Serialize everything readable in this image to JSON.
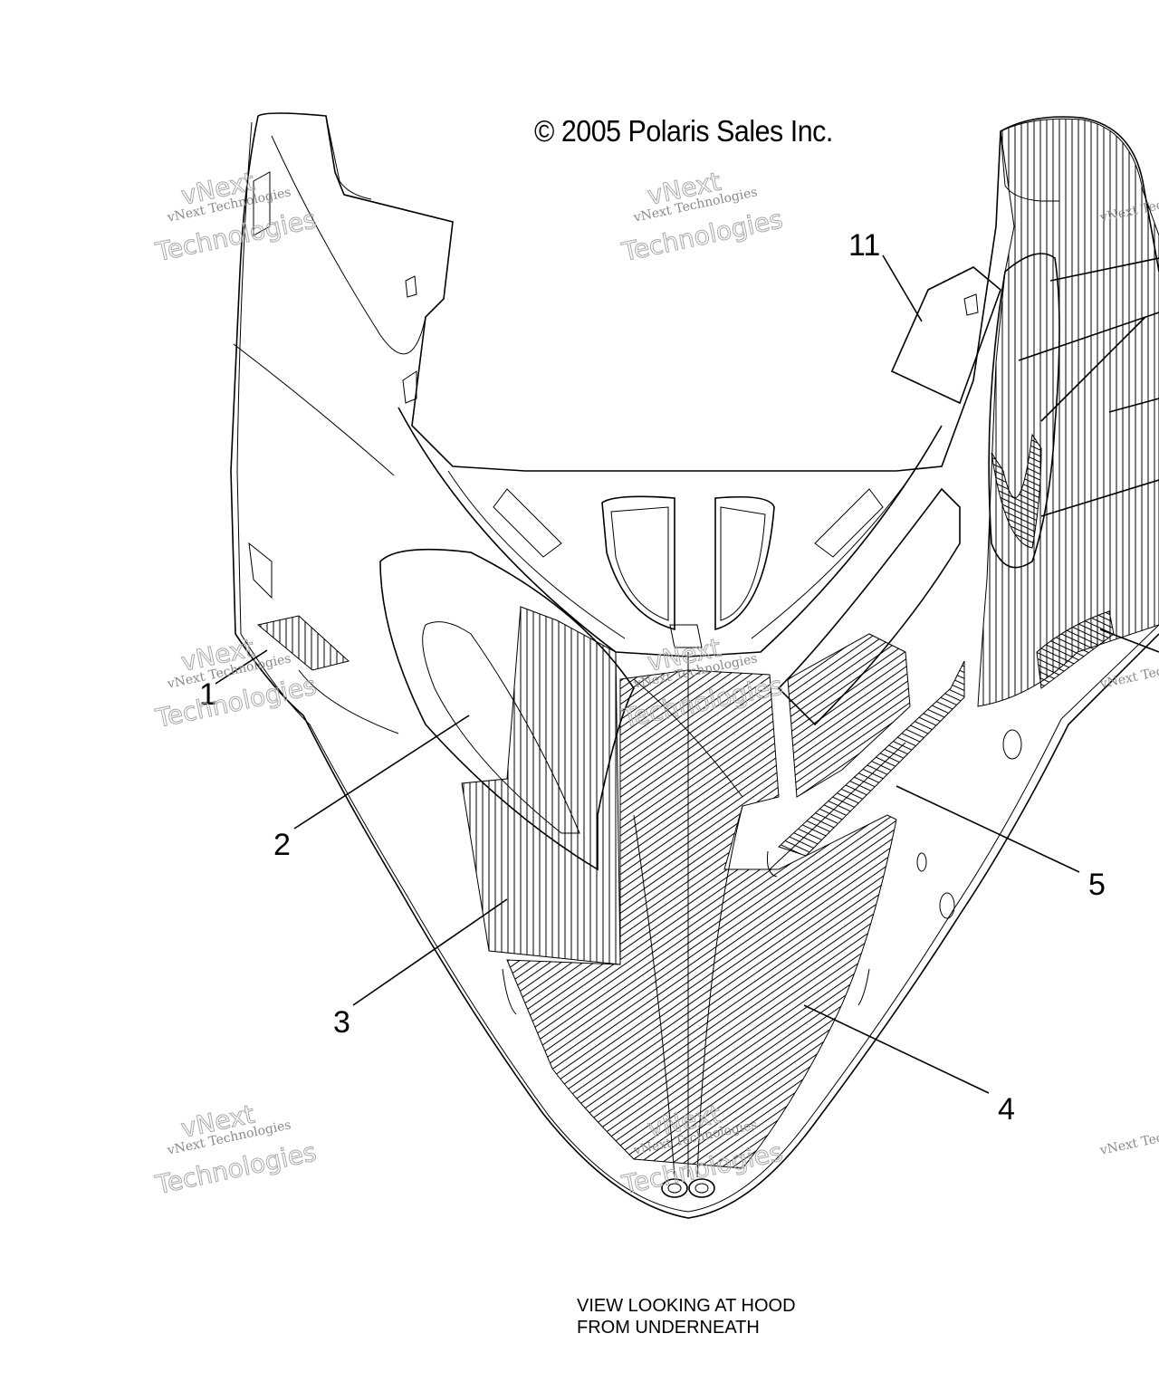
{
  "copyright": "© 2005 Polaris Sales Inc.",
  "caption": {
    "line1": "VIEW LOOKING AT HOOD",
    "line2": "FROM UNDERNEATH"
  },
  "callouts": {
    "c1": "1",
    "c2": "2",
    "c3": "3",
    "c4": "4",
    "c5": "5",
    "c11": "11"
  },
  "watermark": {
    "small": "vNext Technologies",
    "large": "Technologies",
    "top": "vNext"
  },
  "colors": {
    "ink": "#000000",
    "watermark": "#9a9a9a",
    "background": "#ffffff"
  }
}
